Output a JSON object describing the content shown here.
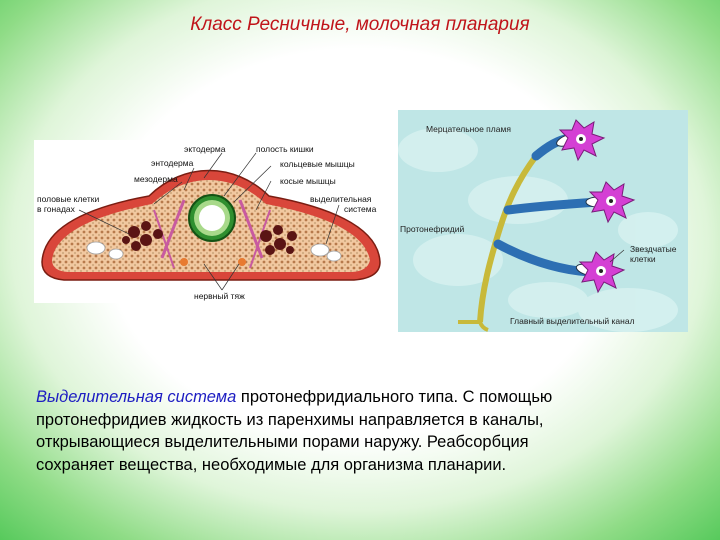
{
  "title": "Класс Ресничные, молочная планария",
  "left_figure": {
    "labels": {
      "ectoderm": "эктодерма",
      "gut_cavity": "полость кишки",
      "entoderm": "энтодерма",
      "circular_muscles": "кольцевые мышцы",
      "mesoderm": "мезодерма",
      "oblique_muscles": "косые мышцы",
      "sex_cells_1": "половые клетки",
      "sex_cells_2": "в гонадах",
      "excretory_1": "выделительная",
      "excretory_2": "система",
      "nerve_cord": "нервный тяж"
    }
  },
  "right_figure": {
    "labels": {
      "flame": "Мерцательное пламя",
      "protonephridium": "Протонефридий",
      "stellate_1": "Звездчатые",
      "stellate_2": "клетки",
      "main_canal": "Главный выделительный канал"
    }
  },
  "caption": {
    "lead": "Выделительная система",
    "line1": " протонефридиального типа. С помощью",
    "line2": "протонефридиев жидкость из паренхимы направляется в каналы,",
    "line3": "открывающиеся выделительными порами наружу. Реабсорбция",
    "line4": "сохраняет вещества, необходимые для организма планарии."
  },
  "colors": {
    "title": "#c0141a",
    "caption_lead": "#1d1dc2",
    "background_green": "#3fc24a",
    "stellate_cell": "#d43fd4",
    "canal": "#c8b93a"
  }
}
